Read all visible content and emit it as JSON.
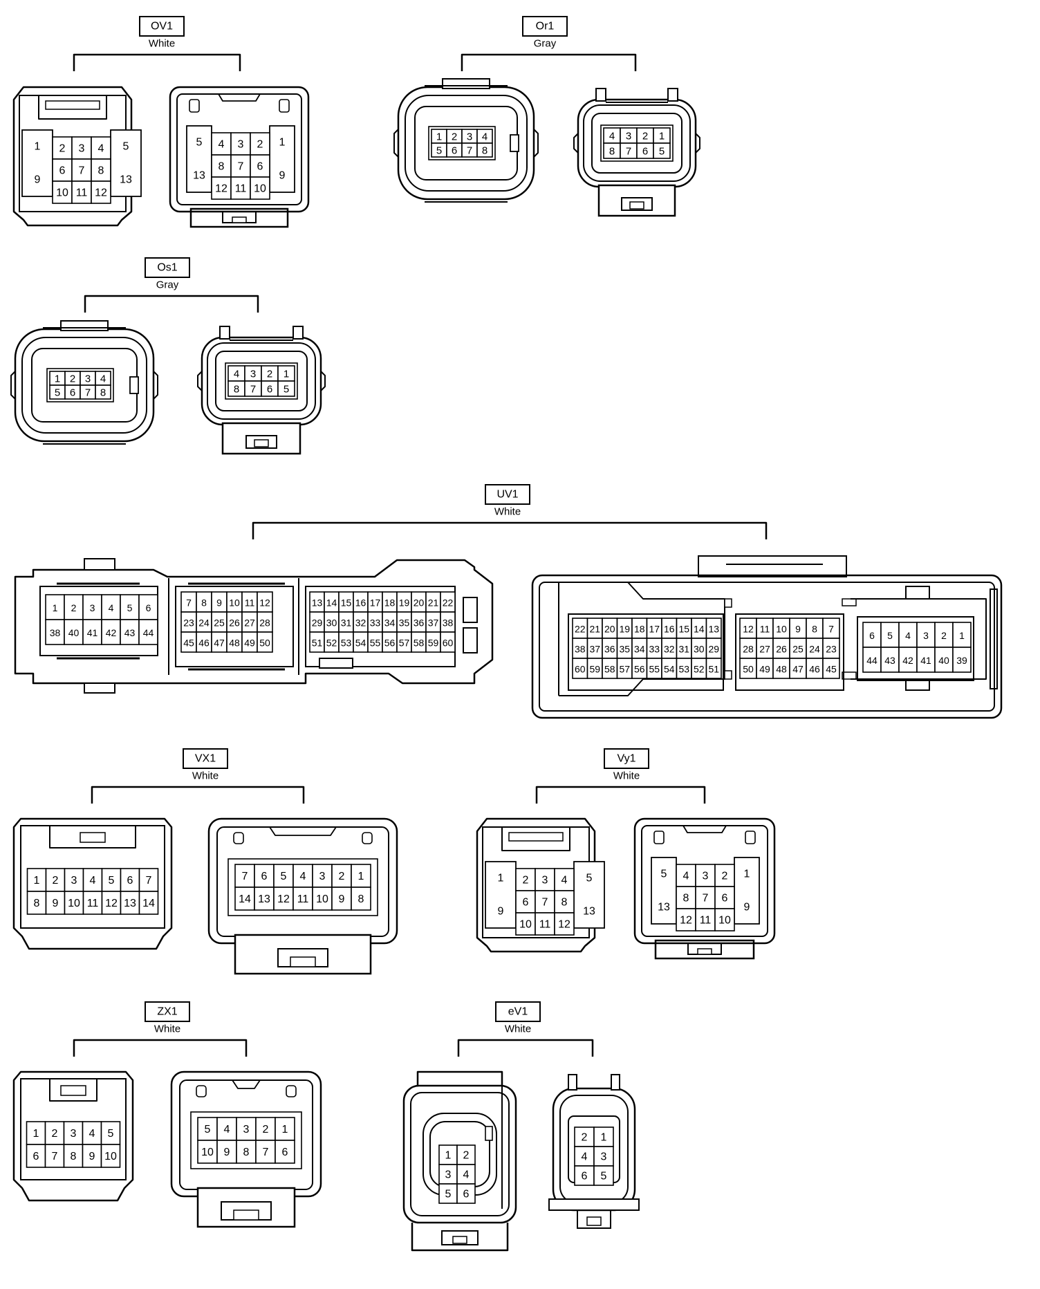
{
  "colors": {
    "ink": "#000000",
    "paper": "#ffffff"
  },
  "connectors": [
    {
      "id": "OV1",
      "color": "White",
      "views": [
        {
          "kind": "male13",
          "rows": [
            [
              "1",
              "2",
              "3",
              "4",
              "5"
            ],
            [
              "9",
              "6",
              "7",
              "8",
              "13"
            ],
            [
              "10",
              "11",
              "12"
            ]
          ]
        },
        {
          "kind": "female13",
          "rows": [
            [
              "5",
              "4",
              "3",
              "2",
              "1"
            ],
            [
              "13",
              "8",
              "7",
              "6",
              "9"
            ],
            [
              "12",
              "11",
              "10"
            ]
          ]
        }
      ]
    },
    {
      "id": "Or1",
      "color": "Gray",
      "views": [
        {
          "kind": "round8",
          "rows": [
            [
              "1",
              "2",
              "3",
              "4"
            ],
            [
              "5",
              "6",
              "7",
              "8"
            ]
          ]
        },
        {
          "kind": "round8f",
          "rows": [
            [
              "4",
              "3",
              "2",
              "1"
            ],
            [
              "8",
              "7",
              "6",
              "5"
            ]
          ]
        }
      ]
    },
    {
      "id": "Os1",
      "color": "Gray",
      "views": [
        {
          "kind": "round8",
          "rows": [
            [
              "1",
              "2",
              "3",
              "4"
            ],
            [
              "5",
              "6",
              "7",
              "8"
            ]
          ]
        },
        {
          "kind": "round8f",
          "rows": [
            [
              "4",
              "3",
              "2",
              "1"
            ],
            [
              "8",
              "7",
              "6",
              "5"
            ]
          ]
        }
      ]
    },
    {
      "id": "UV1",
      "color": "White",
      "views": [
        {
          "kind": "ecu_left",
          "blocks": [
            [
              [
                "1",
                "2",
                "3",
                "4",
                "5",
                "6"
              ],
              [
                "38",
                "40",
                "41",
                "42",
                "43",
                "44"
              ]
            ],
            [
              [
                "7",
                "8",
                "9",
                "10",
                "11",
                "12"
              ],
              [
                "23",
                "24",
                "25",
                "26",
                "27",
                "28"
              ],
              [
                "45",
                "46",
                "47",
                "48",
                "49",
                "50"
              ]
            ],
            [
              [
                "13",
                "14",
                "15",
                "16",
                "17",
                "18",
                "19",
                "20",
                "21",
                "22"
              ],
              [
                "29",
                "30",
                "31",
                "32",
                "33",
                "34",
                "35",
                "36",
                "37",
                "38"
              ],
              [
                "51",
                "52",
                "53",
                "54",
                "55",
                "56",
                "57",
                "58",
                "59",
                "60"
              ]
            ]
          ]
        },
        {
          "kind": "ecu_right",
          "blocks": [
            [
              [
                "22",
                "21",
                "20",
                "19",
                "18",
                "17",
                "16",
                "15",
                "14",
                "13"
              ],
              [
                "38",
                "37",
                "36",
                "35",
                "34",
                "33",
                "32",
                "31",
                "30",
                "29"
              ],
              [
                "60",
                "59",
                "58",
                "57",
                "56",
                "55",
                "54",
                "53",
                "52",
                "51"
              ]
            ],
            [
              [
                "12",
                "11",
                "10",
                "9",
                "8",
                "7"
              ],
              [
                "28",
                "27",
                "26",
                "25",
                "24",
                "23"
              ],
              [
                "50",
                "49",
                "48",
                "47",
                "46",
                "45"
              ]
            ],
            [
              [
                "6",
                "5",
                "4",
                "3",
                "2",
                "1"
              ],
              [
                "44",
                "43",
                "42",
                "41",
                "40",
                "39"
              ]
            ]
          ]
        }
      ]
    },
    {
      "id": "VX1",
      "color": "White",
      "views": [
        {
          "kind": "rect14",
          "rows": [
            [
              "1",
              "2",
              "3",
              "4",
              "5",
              "6",
              "7"
            ],
            [
              "8",
              "9",
              "10",
              "11",
              "12",
              "13",
              "14"
            ]
          ]
        },
        {
          "kind": "rect14f",
          "rows": [
            [
              "7",
              "6",
              "5",
              "4",
              "3",
              "2",
              "1"
            ],
            [
              "14",
              "13",
              "12",
              "11",
              "10",
              "9",
              "8"
            ]
          ]
        }
      ]
    },
    {
      "id": "Vy1",
      "color": "White",
      "views": [
        {
          "kind": "male13",
          "rows": [
            [
              "1",
              "2",
              "3",
              "4",
              "5"
            ],
            [
              "9",
              "6",
              "7",
              "8",
              "13"
            ],
            [
              "10",
              "11",
              "12"
            ]
          ]
        },
        {
          "kind": "female13",
          "rows": [
            [
              "5",
              "4",
              "3",
              "2",
              "1"
            ],
            [
              "13",
              "8",
              "7",
              "6",
              "9"
            ],
            [
              "12",
              "11",
              "10"
            ]
          ]
        }
      ]
    },
    {
      "id": "ZX1",
      "color": "White",
      "views": [
        {
          "kind": "rect10",
          "rows": [
            [
              "1",
              "2",
              "3",
              "4",
              "5"
            ],
            [
              "6",
              "7",
              "8",
              "9",
              "10"
            ]
          ]
        },
        {
          "kind": "rect10f",
          "rows": [
            [
              "5",
              "4",
              "3",
              "2",
              "1"
            ],
            [
              "10",
              "9",
              "8",
              "7",
              "6"
            ]
          ]
        }
      ]
    },
    {
      "id": "eV1",
      "color": "White",
      "views": [
        {
          "kind": "tall6",
          "rows": [
            [
              "1",
              "2"
            ],
            [
              "3",
              "4"
            ],
            [
              "5",
              "6"
            ]
          ]
        },
        {
          "kind": "tall6f",
          "rows": [
            [
              "2",
              "1"
            ],
            [
              "4",
              "3"
            ],
            [
              "6",
              "5"
            ]
          ]
        }
      ]
    }
  ]
}
